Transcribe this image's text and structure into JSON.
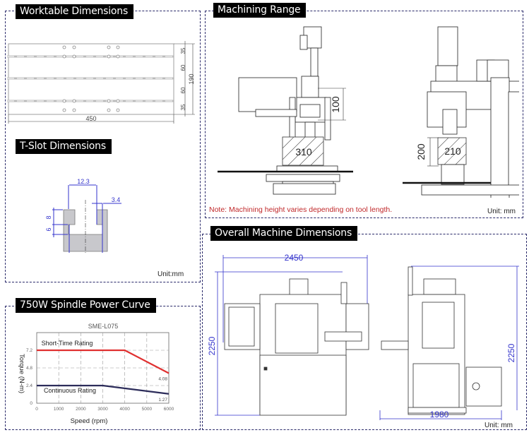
{
  "worktable": {
    "title": "Worktable Dimensions",
    "dims": {
      "length": "450",
      "total_width": "190",
      "segments": [
        "35",
        "60",
        "60",
        "35"
      ]
    }
  },
  "tslot": {
    "title": "T-Slot Dimensions",
    "dims": {
      "slot_width": "12.3",
      "lip": "3.4",
      "upper_depth": "8",
      "lower_depth": "6"
    },
    "unit": "Unit:mm"
  },
  "machining": {
    "title": "Machining Range",
    "front_stroke": "100",
    "front_table": "310",
    "side_stroke": "200",
    "side_table": "210",
    "note": "Note: Machining height varies depending on tool length.",
    "unit": "Unit: mm"
  },
  "overall": {
    "title": "Overall Machine Dimensions",
    "width": "2450",
    "height_front": "2250",
    "height_side": "2250",
    "depth": "1980",
    "unit": "Unit: mm"
  },
  "spindle": {
    "title": "750W Spindle Power Curve"
  },
  "colors": {
    "short_time": "#e03030",
    "continuous": "#2c2c5a",
    "dimension": "#3333cc",
    "panel_border": "#2a2a6a"
  },
  "chart_data": {
    "type": "line",
    "title": "SME-L075",
    "xlabel": "Speed (rpm)",
    "ylabel": "Torque (N-m)",
    "xlim": [
      0,
      6000
    ],
    "ylim": [
      0,
      9.6
    ],
    "xticks": [
      "0",
      "1000",
      "2000",
      "3000",
      "4000",
      "5000",
      "6000"
    ],
    "yticks": [
      "0",
      "2.4",
      "4.8",
      "7.2"
    ],
    "ytick_values": [
      0,
      2.4,
      4.8,
      7.2
    ],
    "xtick_values": [
      0,
      1000,
      2000,
      3000,
      4000,
      5000,
      6000
    ],
    "grid": true,
    "series": [
      {
        "name": "Short-Time Rating",
        "x": [
          0,
          4000,
          6000
        ],
        "y": [
          7.2,
          7.2,
          4.08
        ],
        "end_label": "4.08"
      },
      {
        "name": "Continuous Rating",
        "x": [
          0,
          3000,
          6000
        ],
        "y": [
          2.4,
          2.4,
          1.27
        ],
        "end_label": "1.27"
      }
    ]
  }
}
